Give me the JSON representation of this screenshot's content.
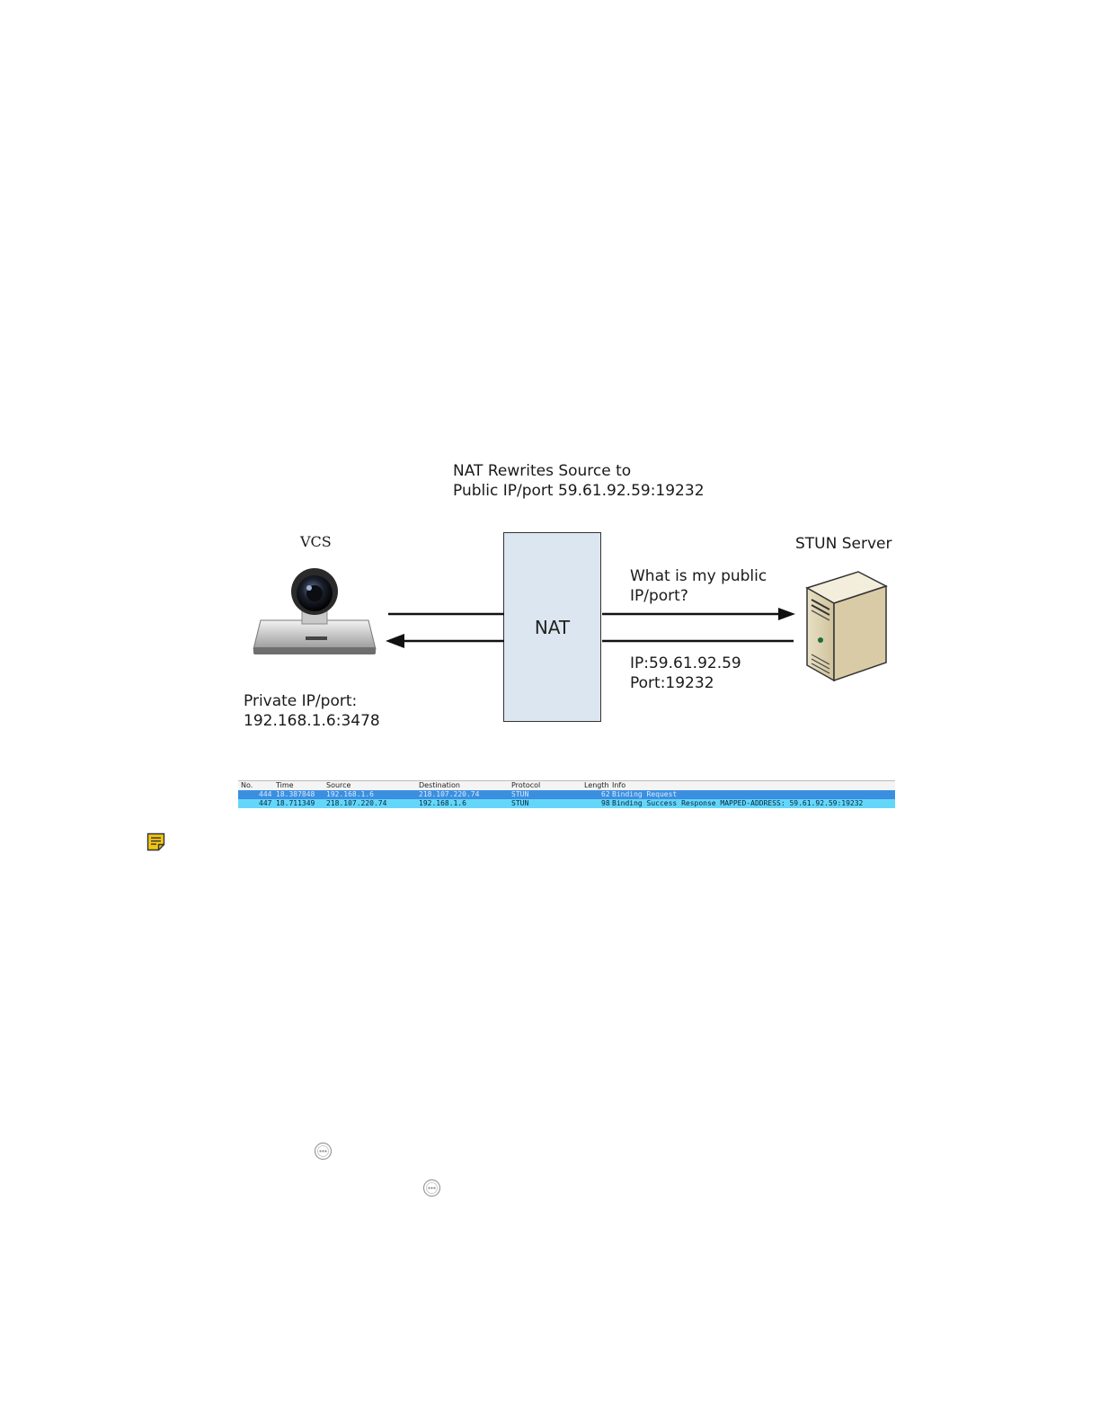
{
  "diagram": {
    "nat_caption_line1": "NAT Rewrites Source to",
    "nat_caption_line2": "Public IP/port 59.61.92.59:19232",
    "vcs_title": "VCS",
    "stun_title": "STUN Server",
    "nat_label": "NAT",
    "private_line1": "Private IP/port:",
    "private_line2": "192.168.1.6:3478",
    "question_line1": "What is my public",
    "question_line2": "IP/port?",
    "answer_line1": "IP:59.61.92.59",
    "answer_line2": "Port:19232",
    "colors": {
      "nat_fill": "#dce6f0",
      "arrow": "#111111"
    },
    "icons": [
      "video-conference-camera-icon",
      "server-tower-icon"
    ]
  },
  "capture": {
    "columns": [
      "No.",
      "Time",
      "Source",
      "Destination",
      "Protocol",
      "Length",
      "Info"
    ],
    "rows": [
      {
        "no": "444",
        "time": "18.387848",
        "source": "192.168.1.6",
        "destination": "218.107.220.74",
        "protocol": "STUN",
        "length": "62",
        "info": "Binding Request"
      },
      {
        "no": "447",
        "time": "18.711349",
        "source": "218.107.220.74",
        "destination": "192.168.1.6",
        "protocol": "STUN",
        "length": "98",
        "info": "Binding Success Response MAPPED-ADDRESS: 59.61.92.59:19232"
      }
    ],
    "colors": {
      "selected_row": "#3b8fe0",
      "second_row": "#64d7f8"
    }
  },
  "icons": {
    "note": "note-icon",
    "badge": "ellipsis-badge-icon"
  }
}
